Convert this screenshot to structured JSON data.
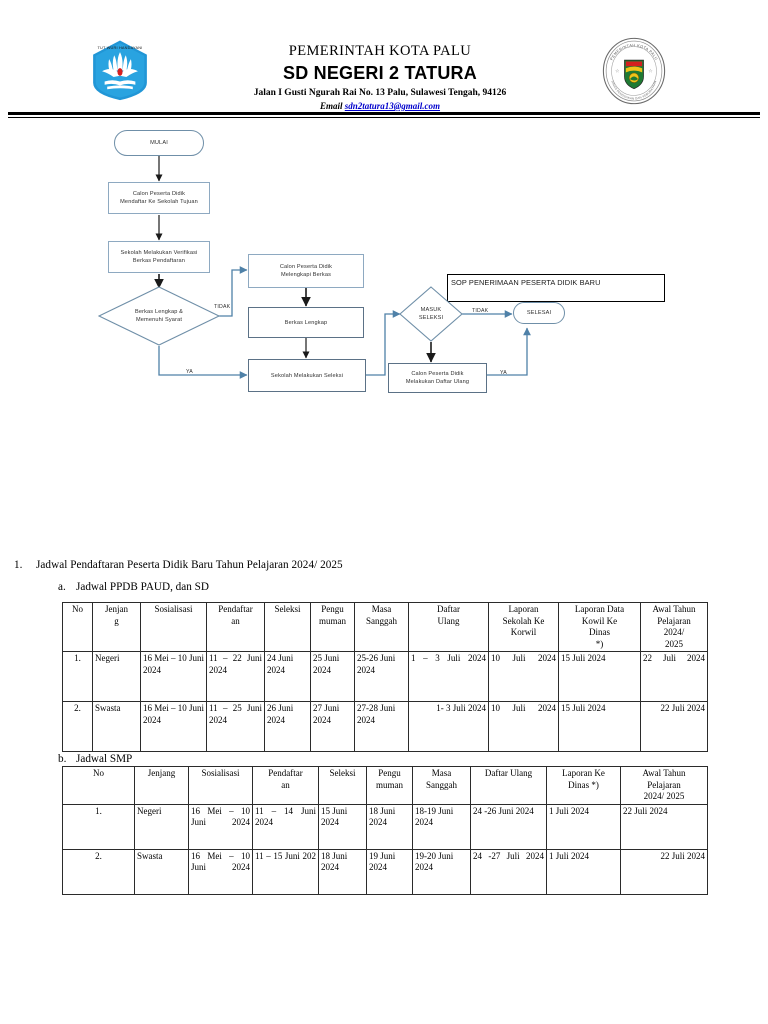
{
  "header": {
    "government_line": "PEMERINTAH KOTA PALU",
    "school_name": "SD NEGERI 2 TATURA",
    "address": "Jalan I Gusti Ngurah Rai No. 13 Palu, Sulawesi Tengah, 94126",
    "email_label": "Email",
    "email": "sdn2tatura13@gmail.com",
    "logo_left_name": "tut-wuri-handayani-logo",
    "logo_left_text": "TUT WURI HANDAYANI",
    "logo_right_name": "pemerintah-kota-palu-seal",
    "logo_right_text": "PEMERINTAH KOTA PALU"
  },
  "flowchart": {
    "title": "SOP PENERIMAAN PESERTA DIDIK BARU",
    "nodes": {
      "start": "MULAI",
      "register": {
        "line1": "Calon Peserta Didik",
        "line2": "Mendaftar Ke Sekolah Tujuan"
      },
      "verify": {
        "line1": "Sekolah Melakukan Verifikasi",
        "line2": "Berkas Pendaftaran"
      },
      "decision_complete": {
        "line1": "Berkas Lengkap &",
        "line2": "Memenuhi Syarat"
      },
      "complete_docs": {
        "line1": "Calon Peserta Didik",
        "line2": "Melengkapi Berkas"
      },
      "docs_complete": "Berkas Lengkap",
      "school_selection": "Sekolah Melakukan Seleksi",
      "decision_pass": {
        "line1": "MASUK",
        "line2": "SELEKSI"
      },
      "re_register": {
        "line1": "Calon Peserta Didik",
        "line2": "Melakukan Daftar Ulang"
      },
      "end": "SELESAI"
    },
    "edge_labels": {
      "no_1": "TIDAK",
      "yes_1": "YA",
      "no_2": "TIDAK",
      "yes_2": "YA"
    },
    "colors": {
      "connector": "#4f81a8",
      "node_border": "#8ea9c1",
      "node_border_dark": "#5b7186",
      "arrow_black": "#1a1a1a"
    }
  },
  "content": {
    "item_1_num": "1.",
    "item_1_text": "Jadwal Pendaftaran Peserta Didik Baru Tahun Pelajaran 2024/ 2025",
    "item_a_num": "a.",
    "item_a_text": "Jadwal PPDB PAUD, dan SD",
    "item_b_num": "b.",
    "item_b_text": "Jadwal SMP"
  },
  "table_sd": {
    "headers": [
      "No",
      "Jenjang",
      "Sosialisasi",
      "Pendaftaran",
      "Seleksi",
      "Pengumuman",
      "Masa Sanggah",
      "Daftar Ulang",
      "Laporan Sekolah Ke Korwil",
      "Laporan Data Kowil Ke Dinas *)",
      "Awal Tahun Pelajaran 2024/ 2025"
    ],
    "header_lines": [
      [
        "No"
      ],
      [
        "Jenjan",
        "g"
      ],
      [
        "Sosialisasi"
      ],
      [
        "Pendaftar",
        "an"
      ],
      [
        "Seleksi"
      ],
      [
        "Pengu",
        "muman"
      ],
      [
        "Masa",
        "Sanggah"
      ],
      [
        "Daftar",
        "Ulang"
      ],
      [
        "Laporan",
        "Sekolah Ke",
        "Korwil"
      ],
      [
        "Laporan Data",
        "Kowil Ke",
        "Dinas",
        "*)"
      ],
      [
        "Awal Tahun",
        "Pelajaran",
        "2024/",
        "2025"
      ]
    ],
    "rows": [
      {
        "no": "1.",
        "jenjang": "Negeri",
        "sosialisasi": "16 Mei – 10 Juni 2024",
        "pendaftaran": "11 – 22 Juni 2024",
        "seleksi": "24 Juni 2024",
        "pengumuman": "25 Juni 2024",
        "masa_sanggah": "25-26 Juni 2024",
        "daftar_ulang": "1 – 3 Juli 2024",
        "laporan_sekolah": "10 Juli 2024",
        "laporan_data": "15 Juli 2024",
        "awal_tahun": "22 Juli 2024"
      },
      {
        "no": "2.",
        "jenjang": "Swasta",
        "sosialisasi": "16 Mei – 10 Juni 2024",
        "pendaftaran": "11 – 25 Juni 2024",
        "seleksi": "26 Juni 2024",
        "pengumuman": "27 Juni 2024",
        "masa_sanggah": "27-28 Juni 2024",
        "daftar_ulang": "1- 3 Juli 2024",
        "laporan_sekolah": "10 Juli 2024",
        "laporan_data": "15 Juli 2024",
        "awal_tahun": "22 Juli 2024"
      }
    ]
  },
  "table_smp": {
    "headers": [
      "No",
      "Jenjang",
      "Sosialisasi",
      "Pendaftaran",
      "Seleksi",
      "Pengumuman",
      "Masa Sanggah",
      "Daftar Ulang",
      "Laporan Ke Dinas *)",
      "Awal Tahun Pelajaran 2024/ 2025"
    ],
    "header_lines": [
      [
        "No"
      ],
      [
        "Jenjang"
      ],
      [
        "Sosialisasi"
      ],
      [
        "Pendaftar",
        "an"
      ],
      [
        "Seleksi"
      ],
      [
        "Pengu",
        "muman"
      ],
      [
        "Masa",
        "Sanggah"
      ],
      [
        "Daftar Ulang"
      ],
      [
        "Laporan Ke",
        "Dinas *)"
      ],
      [
        "Awal Tahun",
        "Pelajaran",
        "2024/ 2025"
      ]
    ],
    "rows": [
      {
        "no": "1.",
        "jenjang": "Negeri",
        "sosialisasi": "16 Mei – 10 Juni 2024",
        "pendaftaran": "11 – 14 Juni 2024",
        "seleksi": "15 Juni 2024",
        "pengumuman": "18 Juni 2024",
        "masa_sanggah": "18-19 Juni 2024",
        "daftar_ulang": "24 -26 Juni 2024",
        "laporan_dinas": "1 Juli 2024",
        "awal_tahun": "22 Juli 2024"
      },
      {
        "no": "2.",
        "jenjang": "Swasta",
        "sosialisasi": "16 Mei – 10 Juni 2024",
        "pendaftaran": "11 – 15 Juni 202",
        "seleksi": "18 Juni 2024",
        "pengumuman": "19 Juni 2024",
        "masa_sanggah": "19-20 Juni 2024",
        "daftar_ulang": "24 -27 Juli 2024",
        "laporan_dinas": "1 Juli 2024",
        "awal_tahun": "22 Juli 2024"
      }
    ]
  }
}
